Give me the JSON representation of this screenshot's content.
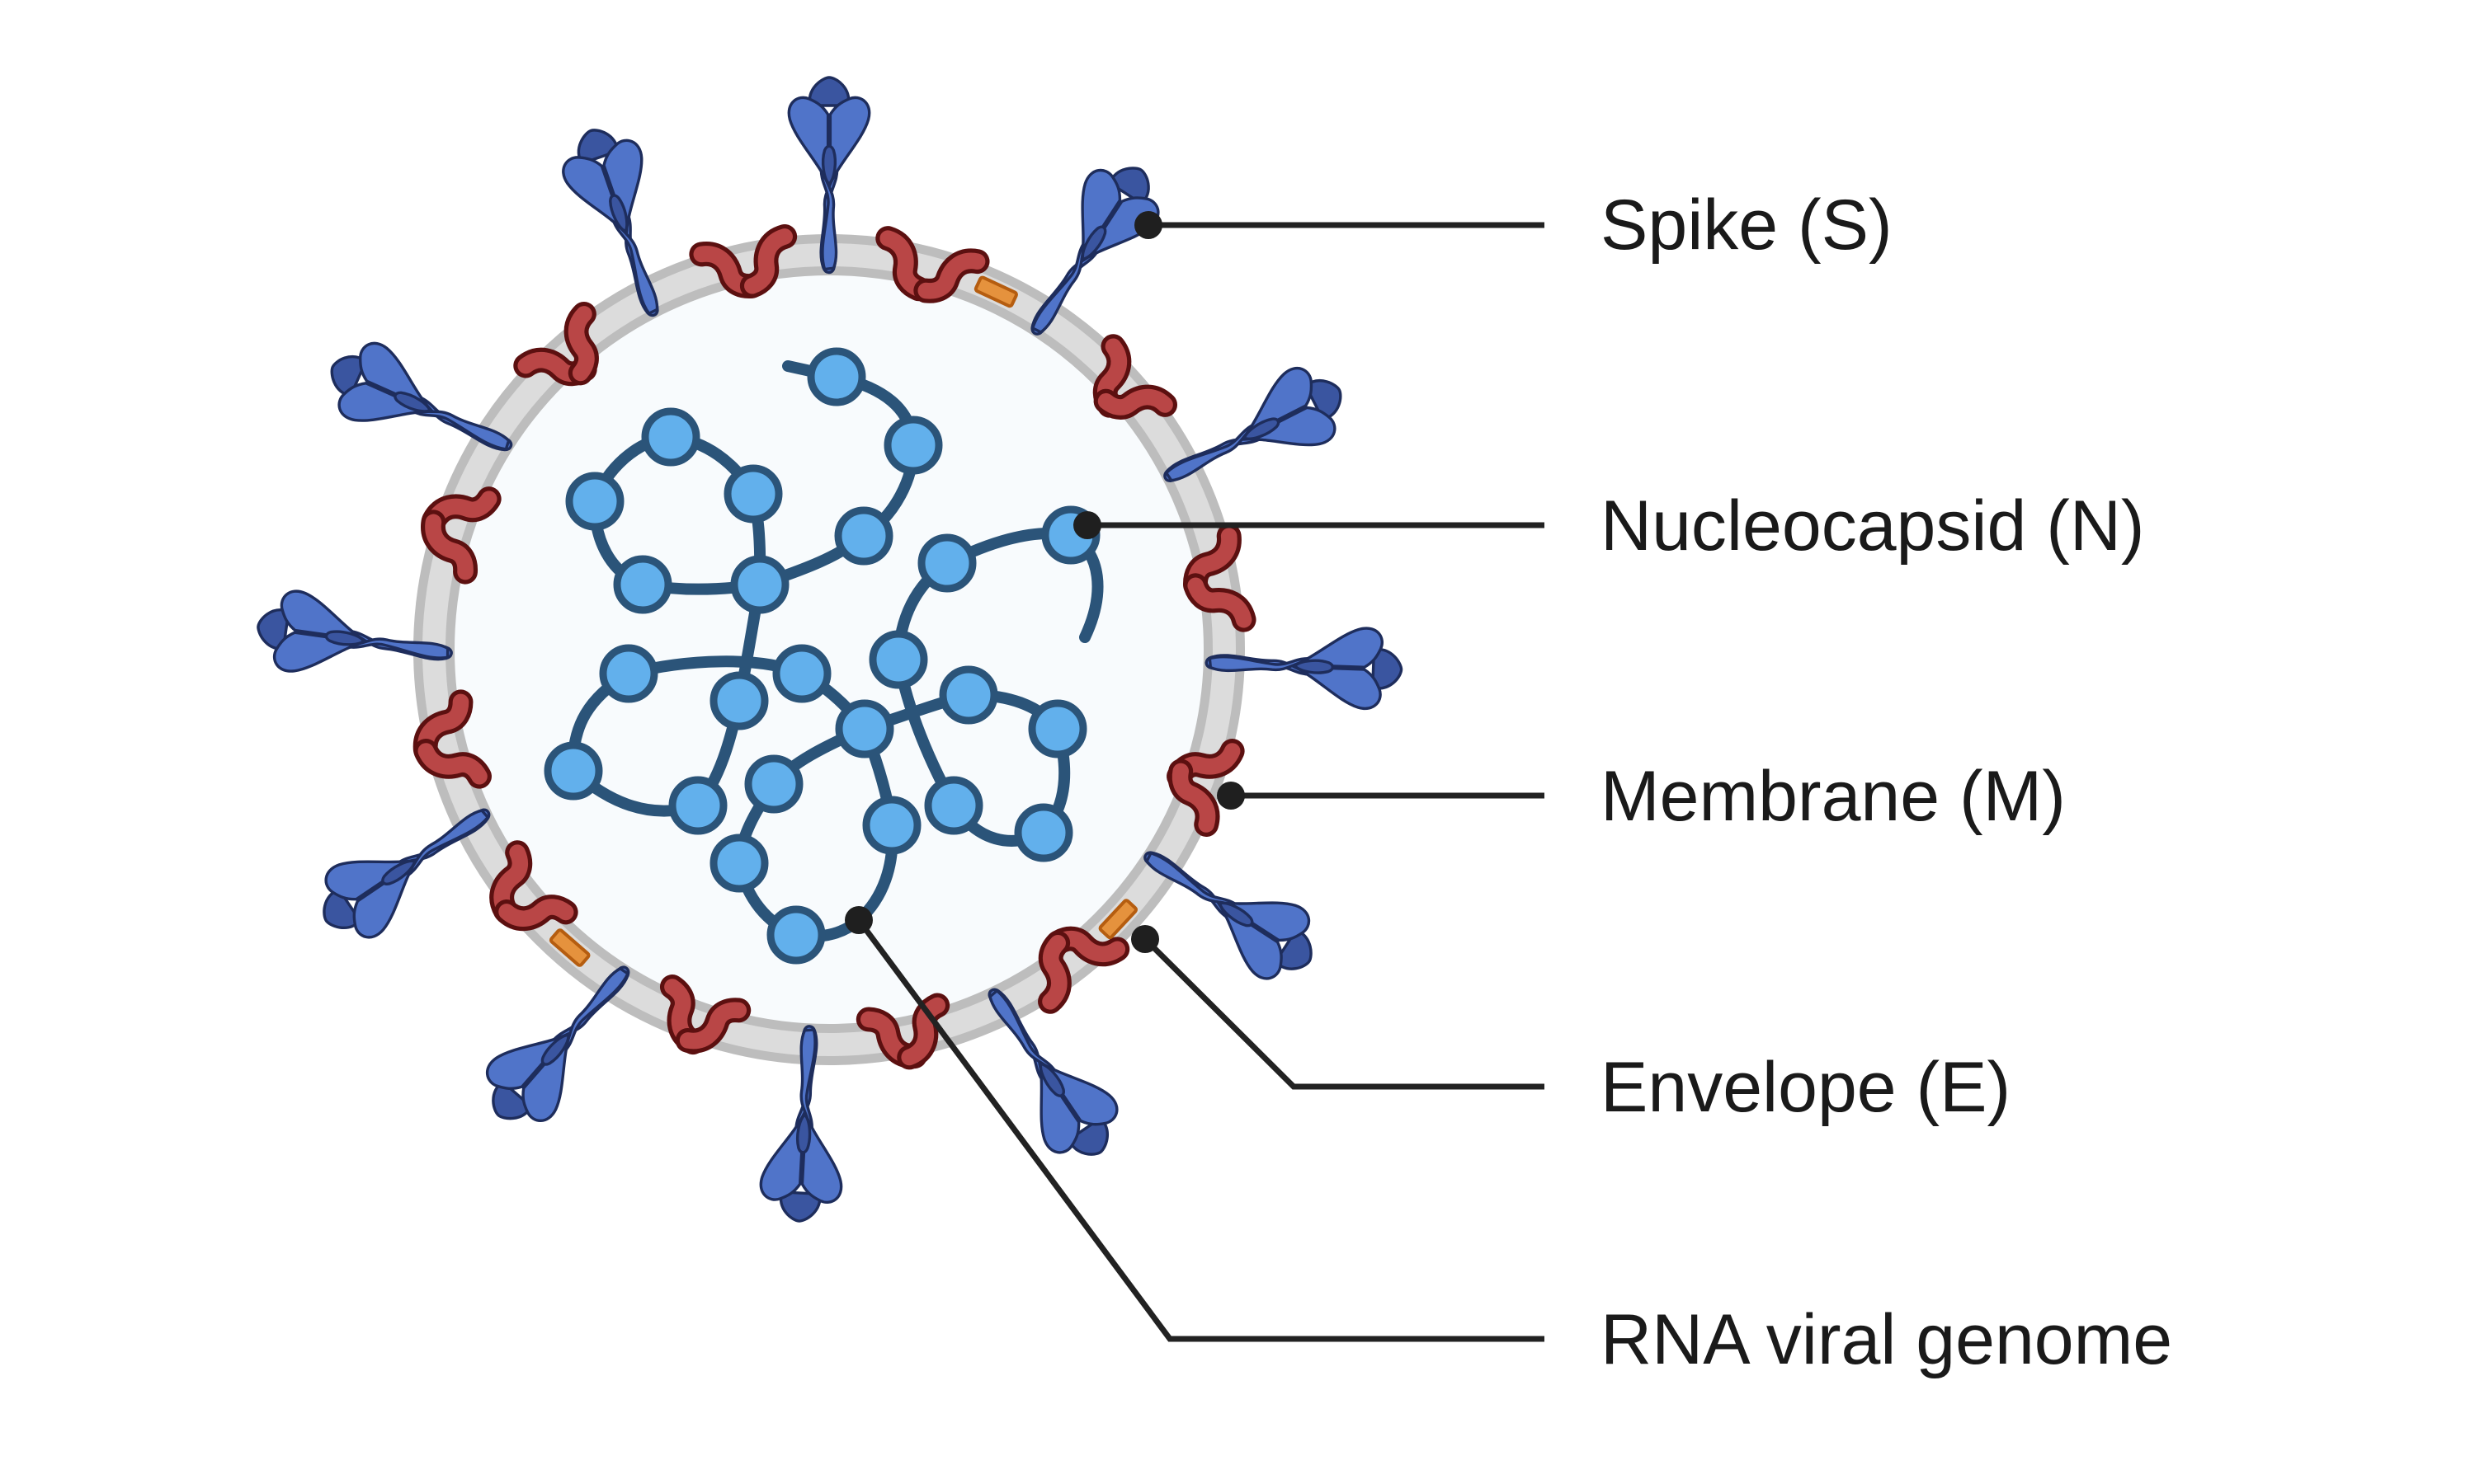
{
  "diagram": {
    "subject": "Coronavirus virion structure",
    "colors": {
      "spike": "#5074c9",
      "spike_dark": "#3a55a0",
      "spike_outline": "#1e2d5c",
      "membrane_protein": "#b94646",
      "membrane_protein_outline": "#5c1010",
      "envelope_protein": "#e5923d",
      "nucleocapsid": "#62b0ec",
      "rna_strand": "#2b5479",
      "lipid_membrane": "#bdbdbd",
      "leader_line": "#222222"
    },
    "labels": {
      "spike": "Spike (S)",
      "nucleocapsid": "Nucleocapsid (N)",
      "membrane": "Membrane (M)",
      "envelope": "Envelope (E)",
      "rna": "RNA viral genome"
    },
    "component_counts": {
      "spike_proteins": 12,
      "membrane_protein_pairs": 12,
      "envelope_proteins": 3,
      "nucleocapsid_beads": 25
    }
  }
}
